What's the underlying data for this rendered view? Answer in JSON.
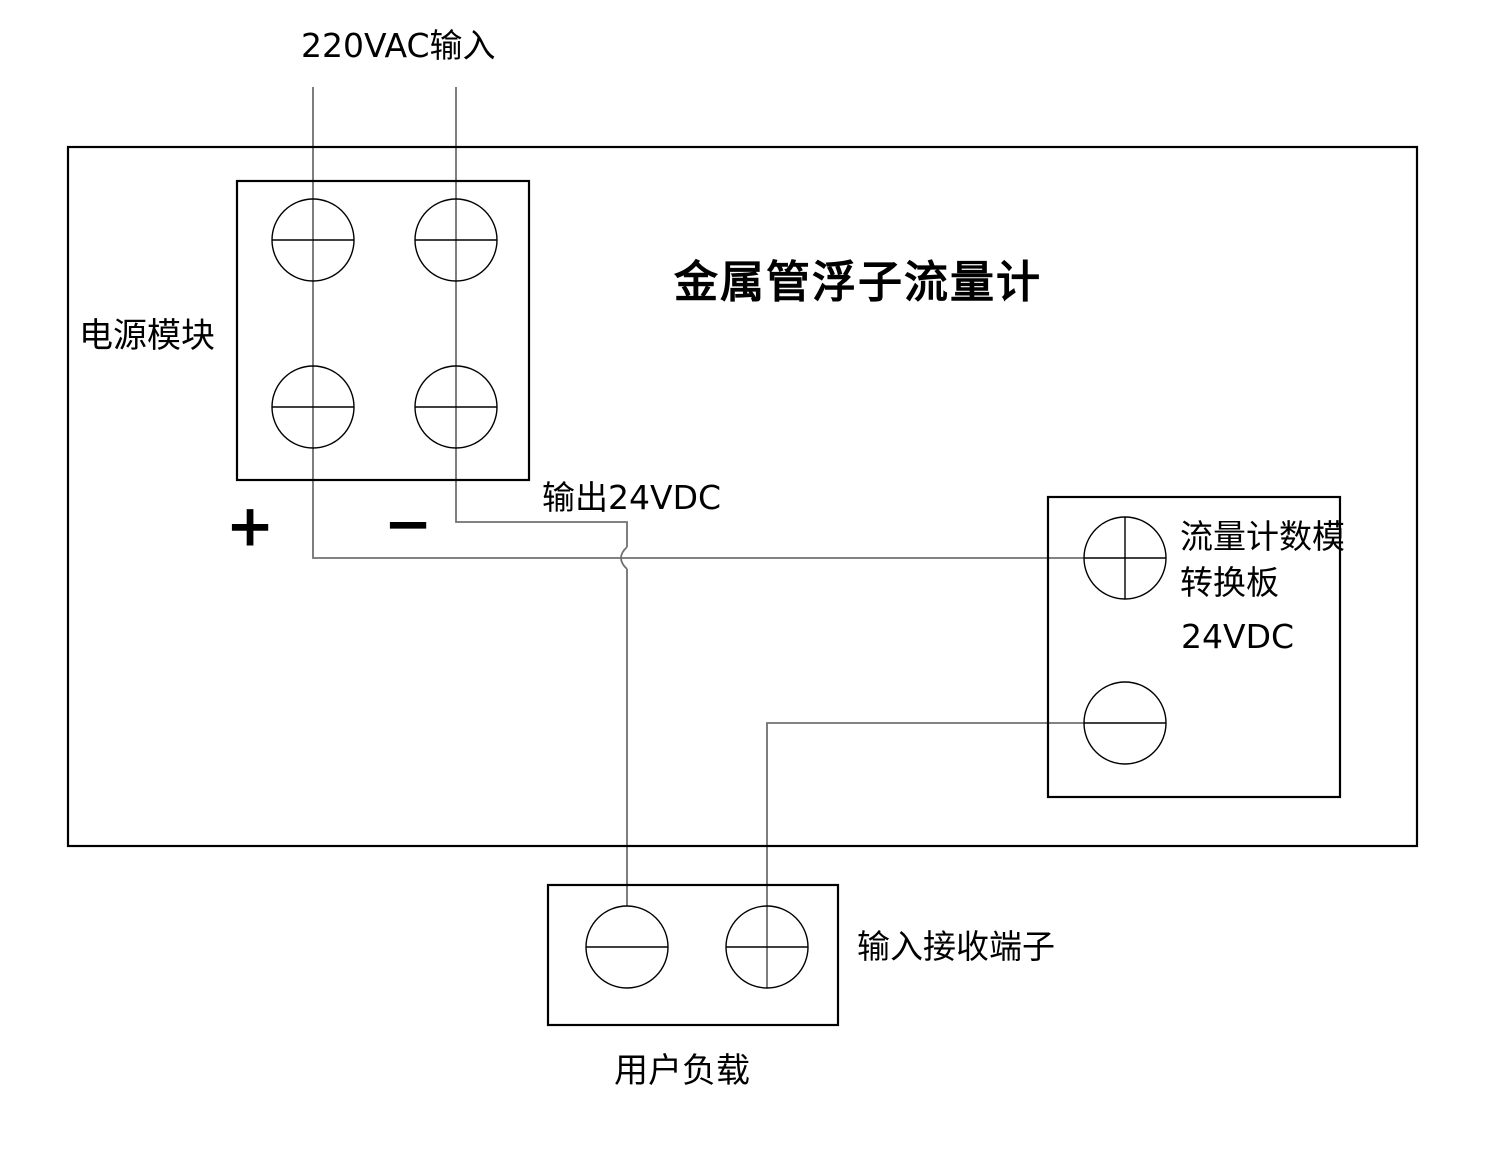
{
  "title": "金属管浮子流量计",
  "labels": {
    "ac_input": "220VAC输入",
    "power_module": "电源模块",
    "plus": "+",
    "minus": "−",
    "dc_output": "输出24VDC",
    "converter_line1": "流量计数模",
    "converter_line2": "转换板",
    "converter_voltage": "24VDC",
    "input_terminal": "输入接收端子",
    "user_load": "用户负载"
  },
  "colors": {
    "background": "#ffffff",
    "line": "#000000",
    "wire": "#707070",
    "text": "#000000"
  }
}
